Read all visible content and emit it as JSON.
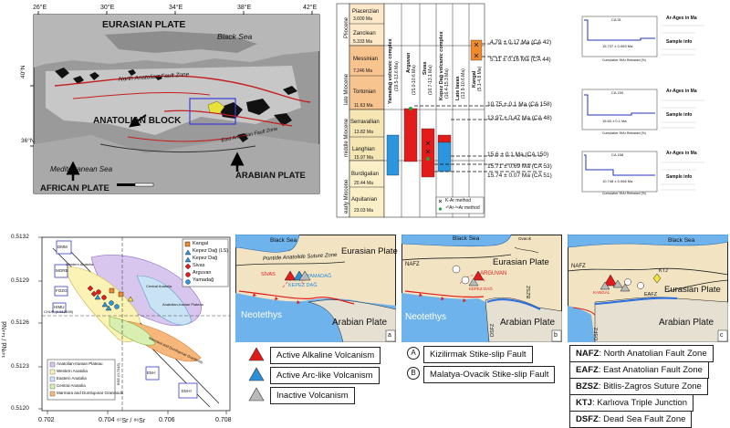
{
  "map": {
    "lon_labels": [
      "26°E",
      "30°E",
      "34°E",
      "38°E",
      "42°E"
    ],
    "lat_labels": [
      "40°N",
      "36°N"
    ],
    "plates": {
      "eurasian": "EURASIAN PLATE",
      "black_sea": "Black Sea",
      "nafz": "North Anatolian Fault Zone",
      "anatolian": "ANATOLIAN BLOCK",
      "eafz": "East Anatolian Fault Zone",
      "med": "Mediterranean Sea",
      "african": "AFRICAN PLATE",
      "arabian": "ARABIAN PLATE"
    }
  },
  "timeline": {
    "epochs": [
      "Pliocene",
      "late Miocene",
      "middle Miocene",
      "early Miocene"
    ],
    "stages": [
      "Piacenzian",
      "Zanclean",
      "Messinian",
      "Tortonian",
      "Serravallian",
      "Langhian",
      "Burdigalian",
      "Aquitanian"
    ],
    "ages": [
      "3.600 Ma",
      "5.333 Ma",
      "7.246 Ma",
      "11.63 Ma",
      "13.82 Ma",
      "15.97 Ma",
      "20.44 Ma",
      "23.03 Ma"
    ],
    "columns": [
      {
        "name": "Yamadağ volcanic complex",
        "range": "(19.5-13.6 Ma)"
      },
      {
        "name": "Arguvan",
        "range": "(15.0-10.6 Ma)"
      },
      {
        "name": "Sivas",
        "range": "(16.7-13.1 Ma)"
      },
      {
        "name": "Kepez Dağ volcanic complex",
        "range": "(16.4-15.3 Ma)"
      },
      {
        "name": "Late lavas",
        "range": "(13.9-10.6 Ma)"
      },
      {
        "name": "Kangal",
        "range": "(5.1-4.8 Ma)"
      }
    ],
    "method_k": "K-Ar method",
    "method_ar": "⁴⁰Ar-³⁹Ar method",
    "dates": [
      "4.79 ± 0.17 Ma (CA 42)",
      "5.11 ± 0.16 Ma (CA 44)",
      "10.75 ± 0.1 Ma (CA 158)",
      "13.97 ± 0.47 Ma (CA 48)",
      "15.6 ± 0.1 Ma (CA 150)",
      "15.71 ± 0.69 Ma (CA 53)",
      "15.74 ± 0.07 Ma (CA 51)"
    ]
  },
  "spectra": [
    {
      "sample": "CA 51",
      "plateau": "15.737 ± 0.069 Ma"
    },
    {
      "sample": "CA 150",
      "plateau": "15.60 ± 0.1 Ma"
    },
    {
      "sample": "CA 158",
      "plateau": "10.748 ± 0.066 Ma"
    }
  ],
  "spectra_labels": {
    "title": "Ar-Ages in Ma",
    "info": "Sample info",
    "xaxis": "Cumulative 39Ar Released (%)"
  },
  "isotope": {
    "y_ticks": [
      "0.5132",
      "0.5129",
      "0.5126",
      "0.5123",
      "0.5120"
    ],
    "x_ticks": [
      "0.702",
      "0.704",
      "0.706",
      "0.708"
    ],
    "y_label": "¹⁴³Nd / ¹⁴⁴Nd",
    "x_label": "⁸⁷Sr / ⁸⁶Sr",
    "boxes": [
      "DMM",
      "MORB",
      "FOZO",
      "HIMU",
      "EM-I",
      "EM-II"
    ],
    "fields": [
      "Western Anatolia",
      "Central Anatolia",
      "Anatolian-Iranian Plateau",
      "Marmara and Dumlupınar Granitoids",
      "BSE (0.7045)",
      "CHUR (0.512638)"
    ],
    "legend": [
      "Kangal",
      "Kepez Dağ (LS)",
      "Kepez Dağ",
      "Sivas",
      "Arguvan",
      "Yamadağ"
    ],
    "field_legend": [
      "Anatolian-Iranian Plateau",
      "Western Anatolia",
      "Eastern Anatolia",
      "Central Anatolia",
      "Marmara and Dumlupınar Granitoids"
    ]
  },
  "panels": [
    {
      "id": "a",
      "sea": "Black Sea",
      "plate_n": "Eurasian Plate",
      "suture": "Pontide Anatolide Suture Zone",
      "volc": [
        "SİVAS",
        "YAMADAĞ",
        "KEPEZ DAĞ"
      ],
      "ocean": "Neotethys",
      "plate_s": "Arabian Plate"
    },
    {
      "id": "b",
      "sea": "Black Sea",
      "fault1": "NAFZ",
      "plate_n": "Eurasian Plate",
      "volc": [
        "ARGUVAN",
        "KEPEZ DAĞ"
      ],
      "ocean": "Neotethys",
      "bzsz": "BZSZ",
      "dsfz": "DSFZ",
      "plate_s": "Arabian Plate",
      "sub": "Ovacık"
    },
    {
      "id": "c",
      "sea": "Black Sea",
      "fault1": "NAFZ",
      "plate_n": "Eurasian Plate",
      "ktj": "KTJ",
      "eafz": "EAFZ",
      "volc": [
        "KANGAL"
      ],
      "dsfz": "DSFZ",
      "plate_s": "Arabian Plate"
    }
  ],
  "legend": {
    "volc": [
      "Active Alkaline Volcanism",
      "Active Arc-like Volcanism",
      "Inactive Volcanism"
    ],
    "faults": [
      {
        "sym": "A",
        "label": "Kizilirmak Stike-slip Fault"
      },
      {
        "sym": "B",
        "label": "Malatya-Ovacik Stike-slip Fault"
      }
    ],
    "abbr": [
      {
        "k": "NAFZ",
        "v": ": North Anatolian Fault Zone"
      },
      {
        "k": "EAFZ",
        "v": ": East Anatolian Fault Zone"
      },
      {
        "k": "BZSZ",
        "v": ": Bitlis-Zagros Suture Zone"
      },
      {
        "k": "KTJ",
        "v": ": Karlıova Triple Junction"
      },
      {
        "k": "DSFZ",
        "v": ": Dead Sea Fault Zone"
      }
    ]
  },
  "colors": {
    "alkaline": "#e11b1b",
    "arc": "#2a8fd8",
    "inactive": "#b9b9b9",
    "eurasia": "#f2e3c2",
    "arabia": "#e6e0d2",
    "ocean": "#6fb3ec"
  }
}
